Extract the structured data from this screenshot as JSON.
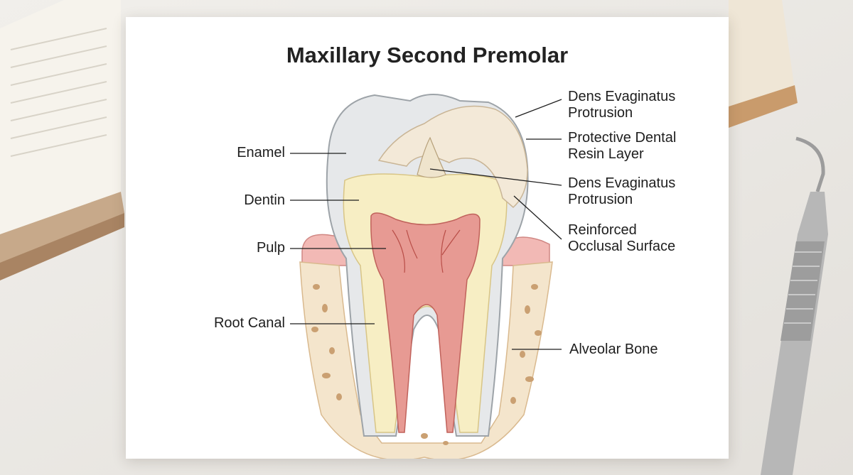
{
  "title": "Maxillary Second Premolar",
  "labels_left": [
    {
      "id": "enamel",
      "text": "Enamel"
    },
    {
      "id": "dentin",
      "text": "Dentin"
    },
    {
      "id": "pulp",
      "text": "Pulp"
    },
    {
      "id": "root-canal",
      "text": "Root Canal"
    }
  ],
  "labels_right": [
    {
      "id": "dens-evaginatus-1",
      "line1": "Dens Evaginatus",
      "line2": "Protrusion"
    },
    {
      "id": "protective-resin",
      "line1": "Protective Dental",
      "line2": "Resin Layer"
    },
    {
      "id": "dens-evaginatus-2",
      "line1": "Dens Evaginatus",
      "line2": "Protrusion"
    },
    {
      "id": "reinforced-occlusal",
      "line1": "Reinforced",
      "line2": "Occlusal Surface"
    },
    {
      "id": "alveolar-bone",
      "line1": "Alveolar Bone",
      "line2": ""
    }
  ],
  "colors": {
    "enamel": "#e6e8ea",
    "dentin": "#f7eec4",
    "pulp": "#e79a93",
    "gum": "#f2b9b5",
    "bone": "#f4e5cc",
    "resin": "#f3e9d8"
  }
}
